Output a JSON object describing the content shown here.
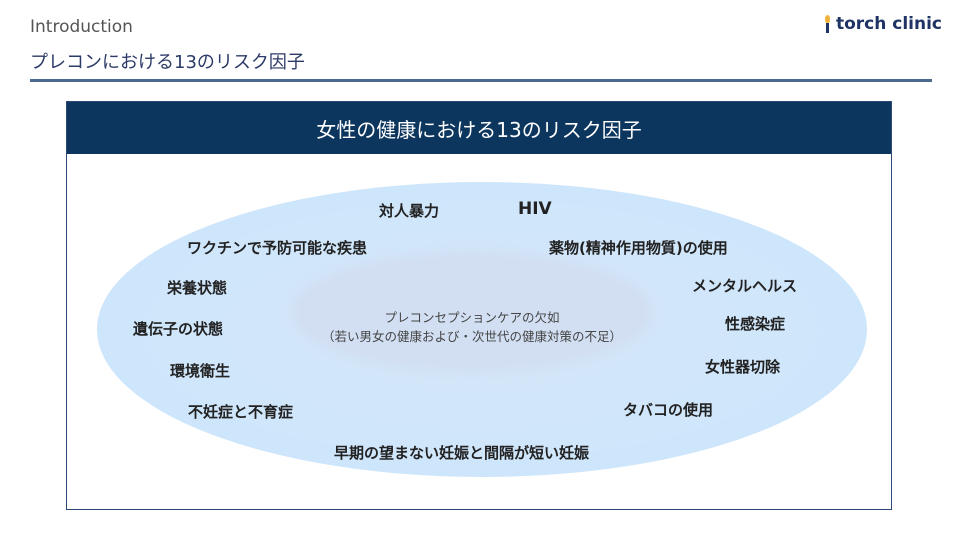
{
  "header": {
    "section": "Introduction",
    "subtitle": "プレコンにおける13のリスク因子",
    "logo": "torch clinic"
  },
  "diagram": {
    "title": "女性の健康における13のリスク因子",
    "center": {
      "line1": "プレコンセプションケアの欠如",
      "line2": "（若い男女の健康および・次世代の健康対策の不足）"
    },
    "factors": [
      "対人暴力",
      "HIV",
      "ワクチンで予防可能な疾患",
      "薬物(精神作用物質)の使用",
      "栄養状態",
      "メンタルヘルス",
      "遺伝子の状態",
      "性感染症",
      "環境衛生",
      "女性器切除",
      "不妊症と不育症",
      "タバコの使用",
      "早期の望まない妊娠と間隔が短い妊娠"
    ]
  },
  "colors": {
    "header_bg": "#0d365f",
    "rule": "#4a6a8e",
    "ellipse": "#cfe6fb"
  }
}
